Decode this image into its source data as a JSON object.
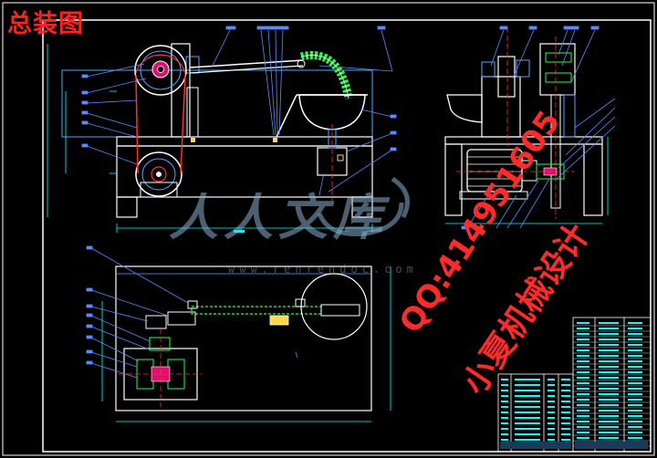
{
  "title": "总装图",
  "watermark": {
    "brand": "人人文库",
    "url": "www.renrendoc.com"
  },
  "promo": {
    "qq": "QQ:414951605",
    "name": "小夏机械设计"
  },
  "colors": {
    "background": "#000000",
    "outline": "#ffffff",
    "part": "#4da6ff",
    "leader": "#5a8cff",
    "dimension": "#00ffff",
    "shaft": "#00ff66",
    "centerline": "#ff3030",
    "highlight": "#ffd84a",
    "promo": "#ff2a2a",
    "watermark": "#8cafcd"
  },
  "icons": [
    "pulley-icon",
    "motor-icon",
    "bowl-icon",
    "bearing-icon"
  ]
}
